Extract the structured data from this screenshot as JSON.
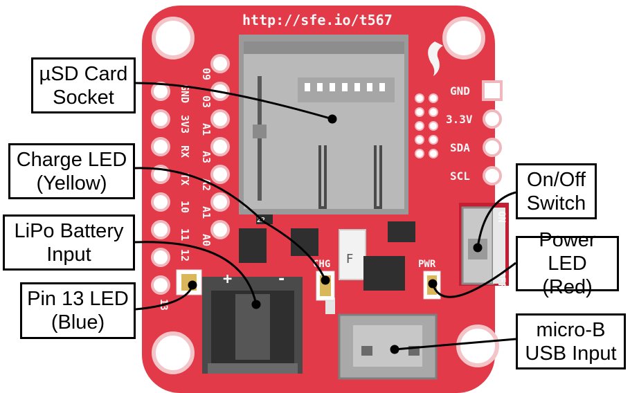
{
  "colors": {
    "pcb": "#e23a48",
    "pcb_dark": "#c41e32",
    "silkscreen": "#f4f4f4",
    "metal": "#b9b9b9",
    "connector": "#3a3a3a",
    "callout_border": "#000000",
    "leader_line": "#000000"
  },
  "board": {
    "url_text": "http://sfe.io/t567",
    "left_pin_labels": [
      "09",
      "03",
      "A1",
      "A3",
      "A2",
      "A1",
      "A0",
      "12"
    ],
    "left_inner_labels": [
      "GND",
      "3V3",
      "RX",
      "TX",
      "10",
      "11"
    ],
    "right_pin_labels": [
      "GND",
      "3.3V",
      "SDA",
      "SCL"
    ],
    "pcb_marks": {
      "chg": "CHG",
      "pwr": "PWR",
      "on": "ON",
      "off": "OFF",
      "plus": "+",
      "minus": "-",
      "fuse": "F",
      "pin13": "13",
      "resistor": "22"
    }
  },
  "callouts": [
    {
      "id": "usd-card-socket",
      "text": "µSD Card\nSocket"
    },
    {
      "id": "charge-led",
      "text": "Charge LED\n(Yellow)"
    },
    {
      "id": "lipo-battery-input",
      "text": "LiPo Battery\nInput"
    },
    {
      "id": "pin-13-led",
      "text": "Pin 13 LED\n(Blue)"
    },
    {
      "id": "on-off-switch",
      "text": "On/Off\nSwitch"
    },
    {
      "id": "power-led",
      "text": "Power\nLED (Red)"
    },
    {
      "id": "micro-b-usb-input",
      "text": "micro-B\nUSB Input"
    }
  ]
}
